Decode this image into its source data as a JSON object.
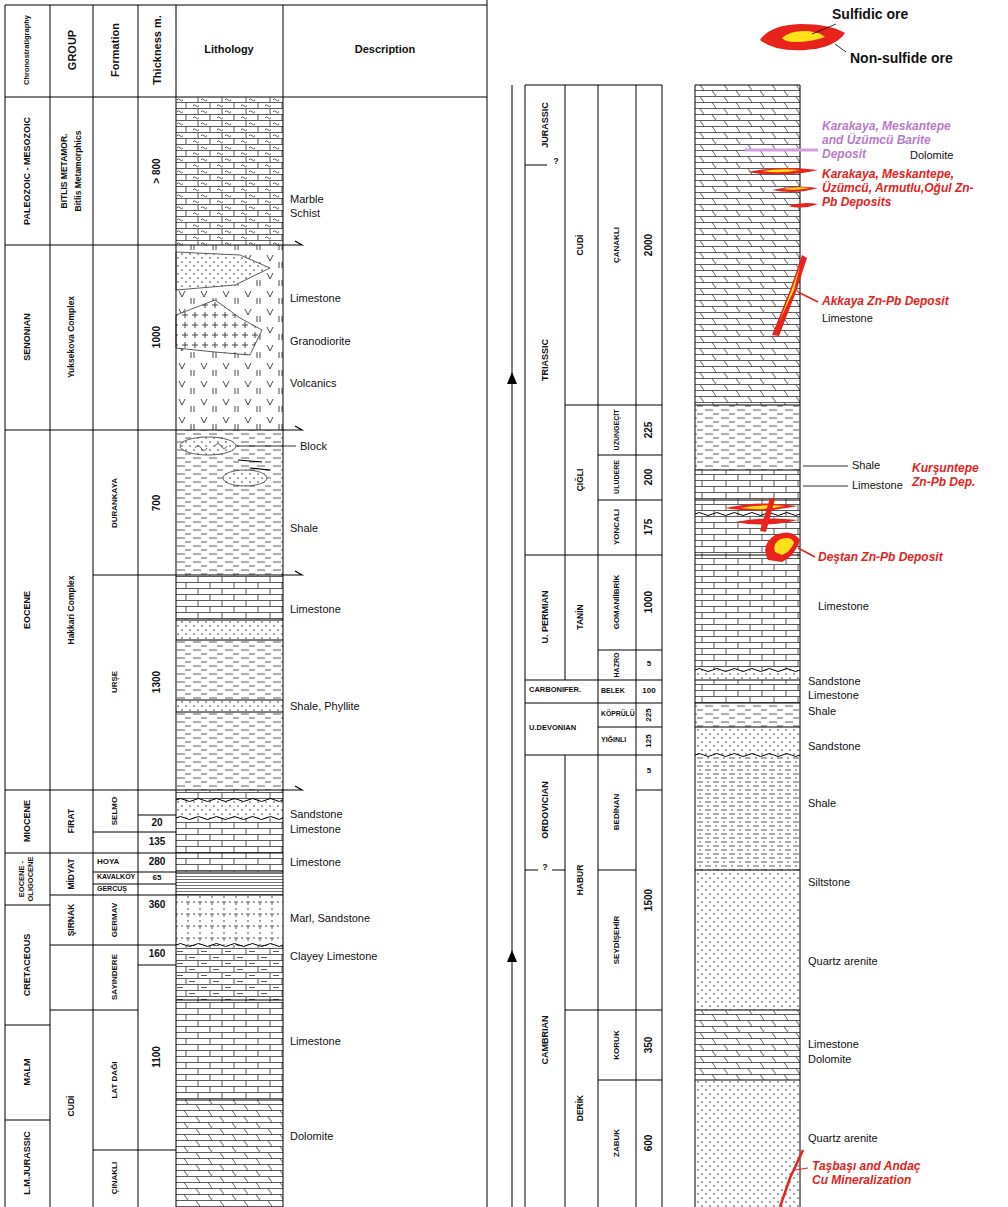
{
  "diagram": {
    "labels": [
      "Chronostratigraphy",
      "GROUP",
      "Formation",
      "Thickness m.",
      "Lithology",
      "Description",
      "PALEOZOIC - MESOZOIC",
      "BITLIS METAMOR.",
      "Bitlis Metamorphics",
      "> 800",
      "Marble",
      "Schist",
      "SENONIAN",
      "Yuksekova Complex",
      "1000",
      "Limestone",
      "Granodiorite",
      "Volcanics",
      "EOCENE",
      "Hakkari Complex",
      "DURANKAYA",
      "700",
      "Block",
      "Shale",
      "URŞE",
      "1300",
      "Limestone",
      "Shale, Phyllite",
      "MIOCENE",
      "FIRAT",
      "SELMO",
      "20",
      "135",
      "Sandstone",
      "Limestone",
      "EOCENE - OLIGOCENE",
      "MİDYAT",
      "HOYA",
      "280",
      "KAVALKÖY",
      "65",
      "Limestone",
      "GERCUŞ",
      "ŞIRNAK",
      "GERMAV",
      "360",
      "Marl, Sandstone",
      "CRETACEOUS",
      "SAYINDERE",
      "160",
      "Clayey Limestone",
      "1100",
      "Limestone",
      "MALM",
      "CUDİ",
      "LAT DAĞI",
      "Dolomite",
      "L.M.JURASSIC",
      "ÇINAKLI",
      "JURASSIC",
      "?",
      "TRIASSIC",
      "CUDİ",
      "ÇANAKLI",
      "2000",
      "ÇIĞLI",
      "UZUNGEÇİT",
      "225",
      "ULUDERE",
      "200",
      "YONCALI",
      "175",
      "U. PERMIAN",
      "TANİN",
      "GOMANİİBRİK",
      "1000",
      "HAZRO",
      "5",
      "CARBONIFER.",
      "BELEK",
      "100",
      "U.DEVONIAN",
      "KÖPRÜLÜ",
      "225",
      "YIĞINLI",
      "125",
      "ORDOVICIAN",
      "HABUR",
      "BEDİNAN",
      "5",
      "?",
      "SEYDİŞEHİR",
      "1500",
      "CAMBRIAN",
      "DERİK",
      "KORUK",
      "350",
      "ZABUK",
      "600",
      "Karakaya, Meskantepe and Üzümcü Barite Deposit",
      "Dolomite",
      "Karakaya, Meskantepe, Üzümcü, Armutlu,Oğul Zn-Pb Deposits",
      "Akkaya Zn-Pb Deposit",
      "Limestone",
      "Shale",
      "Kurşuntepe Zn-Pb Dep.",
      "Limestone",
      "Deştan Zn-Pb Deposit",
      "Limestone",
      "Sandstone",
      "Limestone",
      "Shale",
      "Sandstone",
      "Shale",
      "Siltstone",
      "Quartz arenite",
      "Limestone",
      "Dolomite",
      "Quartz arenite",
      "Taşbaşı and Andaç Cu Mineralization"
    ],
    "legend": [
      {
        "text": "Sulfidic ore"
      },
      {
        "text": "Non-sulfide ore"
      }
    ]
  }
}
